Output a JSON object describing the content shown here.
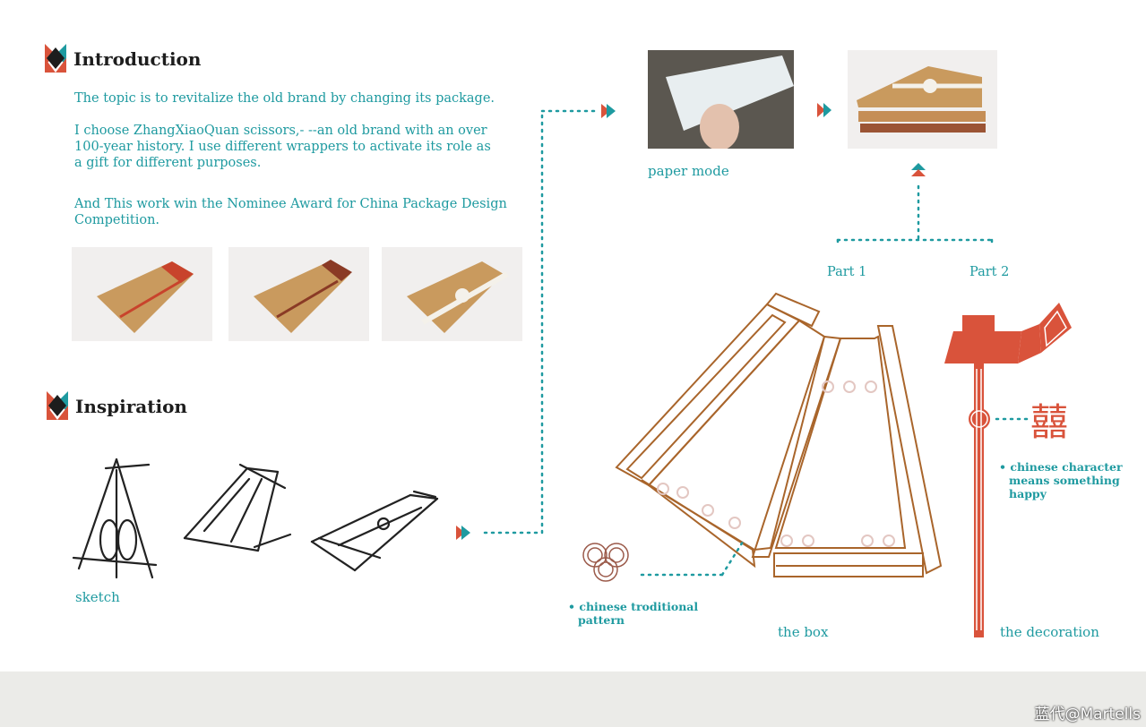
{
  "intro": {
    "heading": "Introduction",
    "p1": "The topic is to revitalize the old brand by changing its package.",
    "p2_l1": "I choose ZhangXiaoQuan scissors,- --an old brand with an over",
    "p2_l2": "100-year history. I use different wrappers to activate its role as",
    "p2_l3": "a gift for different purposes.",
    "p3_l1": "And This work win the Nominee Award for China Package Design",
    "p3_l2": "Competition."
  },
  "inspiration": {
    "heading": "Inspiration",
    "sketch_caption": "sketch"
  },
  "captions": {
    "paper_mode": "paper mode",
    "part1": "Part 1",
    "part2": "Part 2",
    "the_box": "the box",
    "the_decoration": "the decoration",
    "pattern_l1": "chinese troditional",
    "pattern_l2": "pattern",
    "char_l1": "chinese character",
    "char_l2": "means something",
    "char_l3": "happy",
    "happy_char": "囍"
  },
  "watermark": "蓝代@Martells",
  "colors": {
    "teal": "#1e9aa0",
    "brown": "#a9652b",
    "red": "#d9533b",
    "navy": "#1d3b57"
  }
}
